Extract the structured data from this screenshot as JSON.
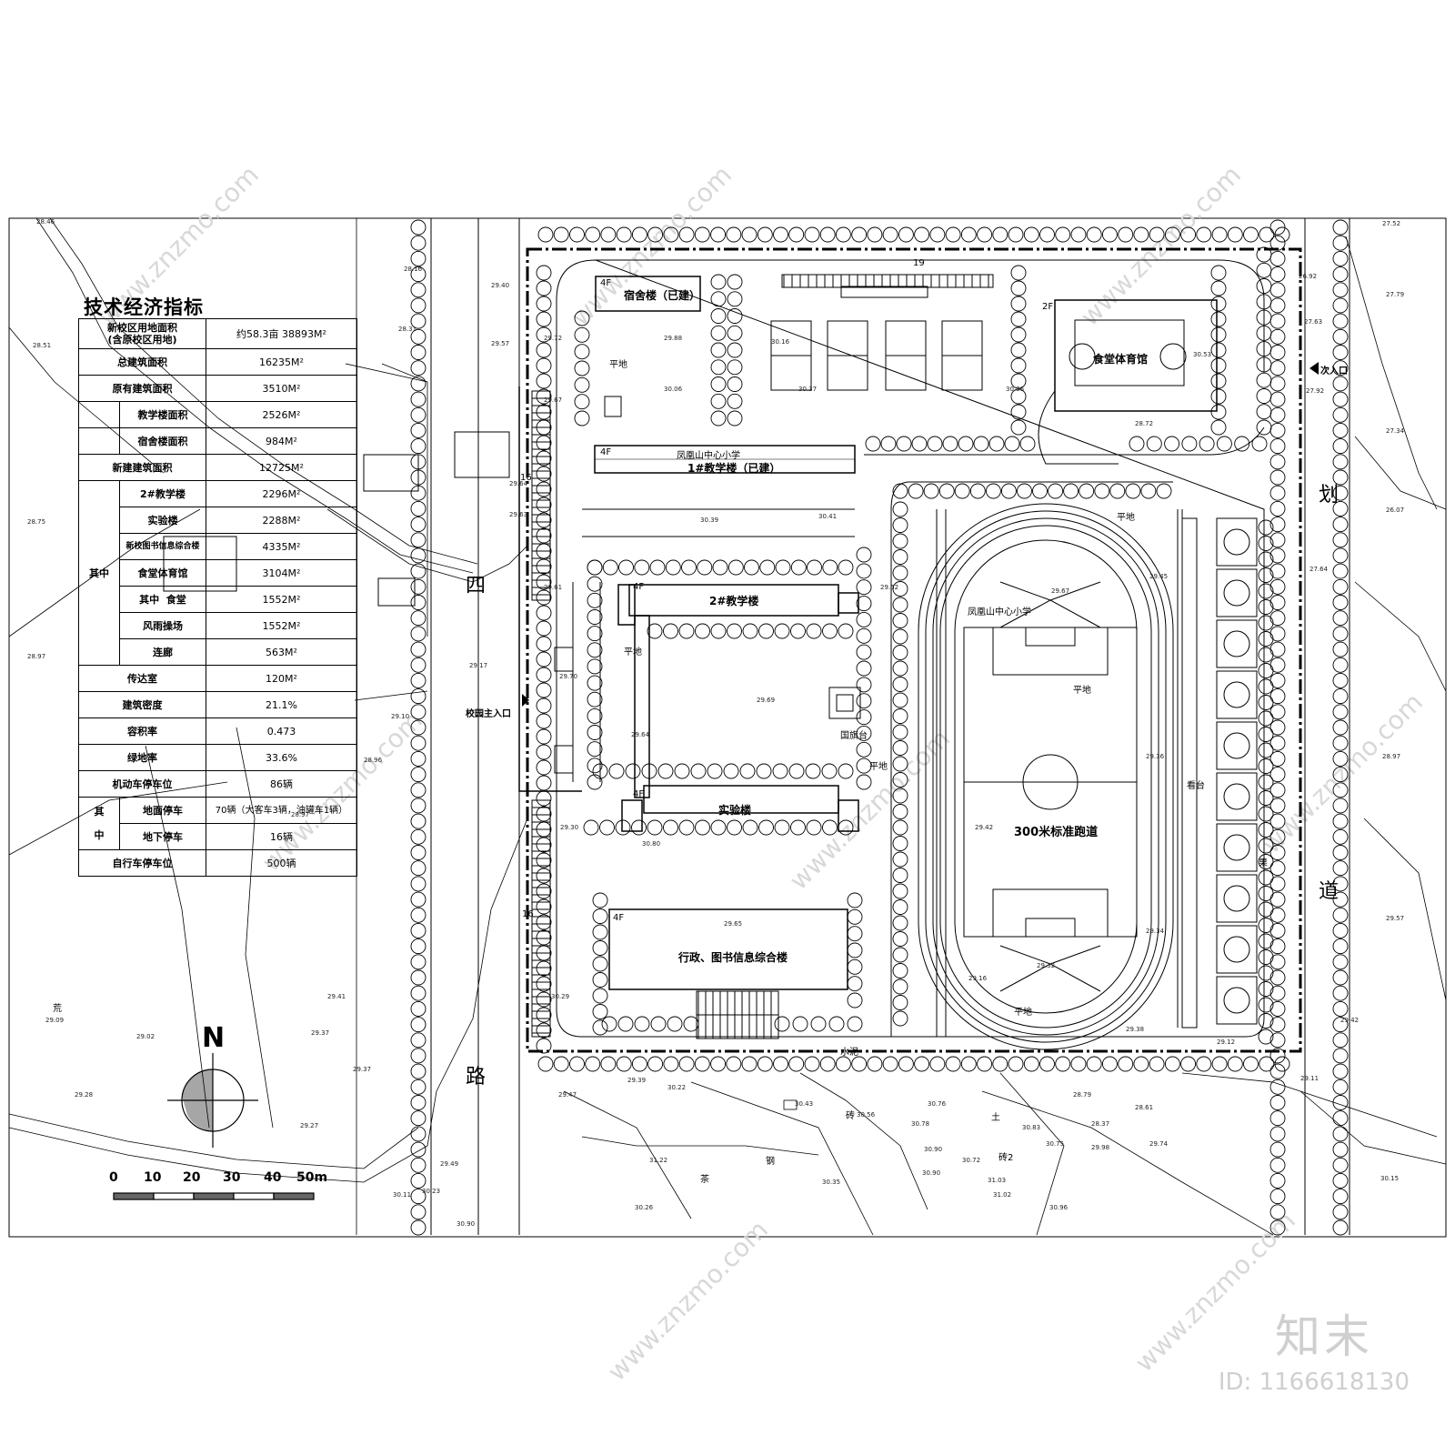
{
  "table": {
    "title": "技术经济指标",
    "rows": [
      {
        "label": "新校区用地面积\n(含原校区用地)",
        "value": "约58.3亩  38893M²"
      },
      {
        "label": "总建筑面积",
        "value": "16235M²"
      },
      {
        "label": "原有建筑面积",
        "value": "3510M²"
      },
      {
        "label": "教学楼面积",
        "value": "2526M²"
      },
      {
        "label": "宿舍楼面积",
        "value": "984M²"
      },
      {
        "label": "新建建筑面积",
        "value": "12725M²"
      },
      {
        "label": "2#教学楼",
        "value": "2296M²"
      },
      {
        "label": "实验楼",
        "value": "2288M²"
      },
      {
        "label": "新校图书信息综合楼",
        "value": "4335M²"
      },
      {
        "label": "食堂体育馆",
        "value": "3104M²"
      },
      {
        "label": "食堂",
        "value": "1552M²"
      },
      {
        "label": "风雨操场",
        "value": "1552M²"
      },
      {
        "label": "连廊",
        "value": "563M²"
      },
      {
        "label": "传达室",
        "value": "120M²"
      },
      {
        "label": "建筑密度",
        "value": "21.1%"
      },
      {
        "label": "容积率",
        "value": "0.473"
      },
      {
        "label": "绿地率",
        "value": "33.6%"
      },
      {
        "label": "机动车停车位",
        "value": "86辆"
      },
      {
        "label": "地面停车",
        "value": "70辆（大客车3辆，油罐车1辆）"
      },
      {
        "label": "地下停车",
        "value": "16辆"
      },
      {
        "label": "自行车停车位",
        "value": "500辆"
      }
    ],
    "group_qizhong": "其中",
    "group_qizhong2": "其中",
    "group_qi": "其",
    "group_zhong": "中"
  },
  "roads": {
    "west_1": "四",
    "west_2": "路",
    "east_1": "划",
    "east_2": "道"
  },
  "buildings": {
    "dorm": "宿舍楼（已建）",
    "teaching1": "1#教学楼（已建）",
    "school_name_top": "凤凰山中心小学",
    "teaching2": "2#教学楼",
    "lab": "实验楼",
    "admin": "行政、图书信息综合楼",
    "canteen_gym": "食堂体育馆",
    "flag": "国旗台",
    "track": "300米标准跑道",
    "stand": "看台",
    "school_name_field": "凤凰山中心小学"
  },
  "floors": {
    "f_dorm": "4F",
    "f_t1": "4F",
    "f_t2": "4F",
    "f_lab": "4F",
    "f_admin": "4F",
    "f_gym": "2F"
  },
  "entrances": {
    "main": "校园主入口",
    "secondary": "次入口"
  },
  "misc": {
    "flat": "平地",
    "flat2": "平地",
    "flat3": "平地",
    "flat4": "平地",
    "flat5": "平地",
    "flat6": "平地",
    "num16a": "16",
    "num16b": "16",
    "num19": "19",
    "cement": "水泥",
    "brick": "砖",
    "brick2": "砖2",
    "soil": "土",
    "fruit": "果",
    "waste": "荒",
    "steel": "钢",
    "tea": "茶"
  },
  "spot_heights": {
    "h01": "29.40",
    "h02": "29.57",
    "h03": "29.72",
    "h04": "29.67",
    "h05": "29.88",
    "h06": "30.06",
    "h07": "30.16",
    "h08": "30.37",
    "h09": "30.36",
    "h10": "30.53",
    "h11": "29.64",
    "h12": "29.63",
    "h13": "29.61",
    "h14": "29.62",
    "h15": "29.17",
    "h16": "29.70",
    "h17": "29.64",
    "h18": "29.69",
    "h19": "29.30",
    "h20": "30.80",
    "h21": "30.39",
    "h22": "30.41",
    "h23": "29.65",
    "h24": "29.45",
    "h25": "29.42",
    "h26": "29.36",
    "h27": "29.34",
    "h28": "29.16",
    "h29": "29.32",
    "h30": "29.38",
    "h31": "29.12",
    "h32": "29.39",
    "h33": "30.43",
    "h34": "30.56",
    "h35": "30.78",
    "h36": "30.76",
    "h37": "28.79",
    "h38": "28.61",
    "h39": "28.37",
    "h40": "30.29",
    "h41": "29.41",
    "h42": "29.37",
    "h43": "29.37",
    "h44": "29.27",
    "h45": "29.09",
    "h46": "29.02",
    "h47": "29.28",
    "h48": "28.96",
    "h49": "28.97",
    "h50": "29.10",
    "h51": "28.75",
    "h52": "28.97",
    "h53": "28.51",
    "h54": "28.31",
    "h55": "28.46",
    "h56": "28.16",
    "h57": "27.52",
    "h58": "27.79",
    "h59": "26.92",
    "h60": "27.63",
    "h61": "27.92",
    "h62": "27.34",
    "h63": "26.07",
    "h64": "27.64",
    "h65": "28.97",
    "h66": "29.57",
    "h67": "29.74",
    "h68": "29.98",
    "h69": "30.15",
    "h70": "29.11",
    "h71": "29.42",
    "h72": "29.67",
    "h73": "28.72",
    "h74": "30.22",
    "h75": "31.22",
    "h76": "30.35",
    "h77": "30.26",
    "h78": "30.90",
    "h79": "31.03",
    "h80": "31.02",
    "h81": "30.96",
    "h82": "30.75",
    "h83": "30.83",
    "h84": "30.72",
    "h85": "30.90",
    "h86": "29.47",
    "h87": "29.49",
    "h88": "30.23",
    "h89": "30.11",
    "h90": "30.90"
  },
  "north": "N",
  "scale": {
    "labels": [
      "0",
      "10",
      "20",
      "30",
      "40",
      "50m"
    ]
  },
  "watermark": {
    "brand": "知末",
    "id": "ID: 1166618130",
    "site": "www.znzmo.com"
  }
}
